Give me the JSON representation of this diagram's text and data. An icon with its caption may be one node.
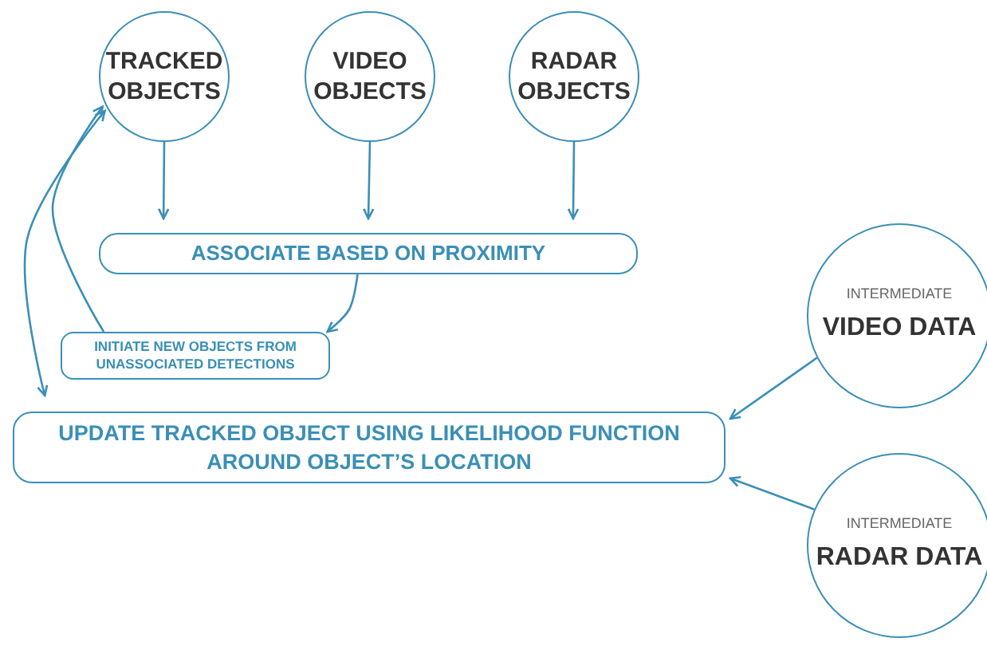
{
  "diagram": {
    "nodes": [
      {
        "text": [
          "TRACKED OBJECTS"
        ]
      },
      {
        "text": [
          "VIDEO OBJECTS"
        ]
      },
      {
        "text": [
          "RADAR OBJECTS"
        ]
      },
      {
        "text": [
          "ASSOCIATE BASED ON PROXIMITY"
        ]
      },
      {
        "text": [
          "INITIATE NEW OBJECTS FROM UNASSOCIATED DETECTIONS"
        ]
      },
      {
        "text": [
          "UPDATE TRACKED OBJECT USING LIKELIHOOD FUNCTION AROUND OBJECT’S LOCATION"
        ]
      },
      {
        "text": [
          "INTERMEDIATE",
          "VIDEO DATA"
        ]
      },
      {
        "text": [
          "INTERMEDIATE",
          "RADAR DATA"
        ]
      }
    ],
    "edges": [
      {
        "from": 0,
        "to": 3,
        "arrow": "to"
      },
      {
        "from": 1,
        "to": 3,
        "arrow": "to"
      },
      {
        "from": 2,
        "to": 3,
        "arrow": "to"
      },
      {
        "from": 3,
        "to": 4,
        "arrow": "to"
      },
      {
        "from": 4,
        "to": 0,
        "arrow": "to"
      },
      {
        "from": 5,
        "to": 0,
        "arrow": "both"
      },
      {
        "from": 6,
        "to": 5,
        "arrow": "to"
      },
      {
        "from": 7,
        "to": 5,
        "arrow": "to"
      }
    ]
  }
}
